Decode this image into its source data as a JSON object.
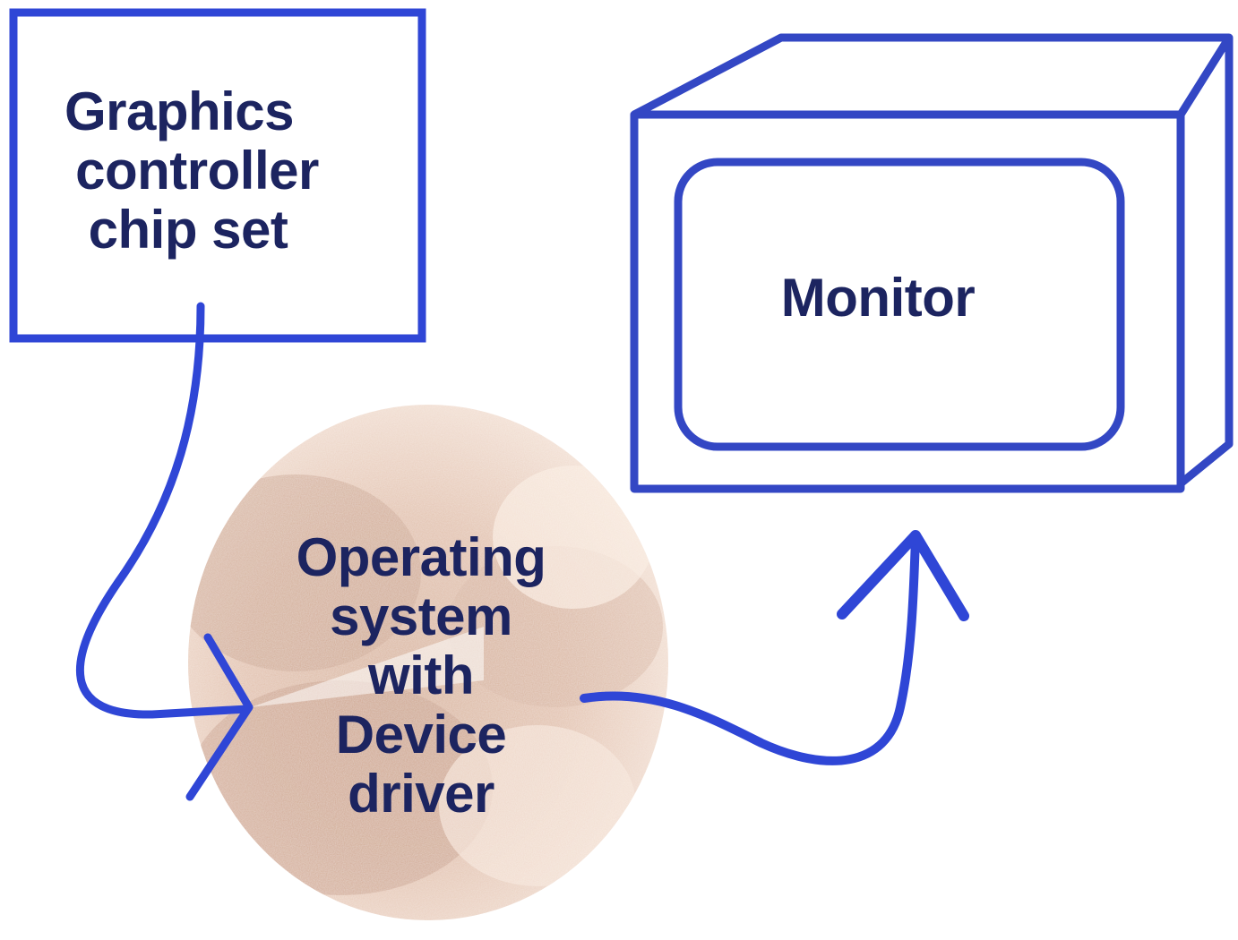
{
  "colors": {
    "stroke": "#2f46d6",
    "monitor_stroke": "#3347c4",
    "text": "#1c2460",
    "blob_dark": "#c79a80",
    "blob_light": "#f7e6d8"
  },
  "nodes": {
    "graphics": {
      "line1": "Graphics",
      "line2": "controller",
      "line3": "chip set"
    },
    "os": {
      "line1": "Operating",
      "line2": "system",
      "line3": "with",
      "line4": "Device",
      "line5": "driver"
    },
    "monitor": {
      "label": "Monitor"
    }
  },
  "edges": [
    {
      "from": "graphics",
      "to": "os"
    },
    {
      "from": "os",
      "to": "monitor"
    }
  ]
}
